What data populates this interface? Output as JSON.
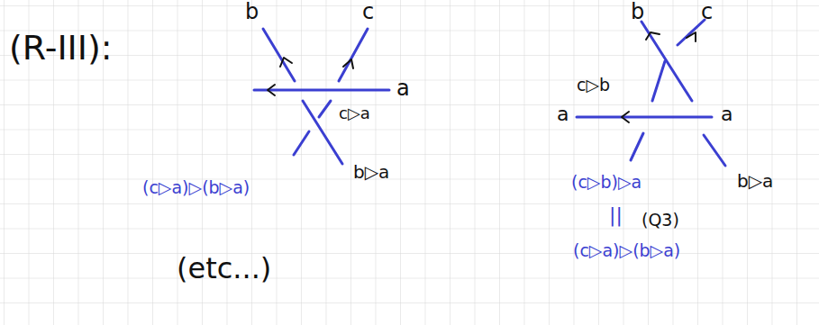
{
  "diagram": {
    "labels": [
      "(R-III):",
      "b",
      "c",
      "a",
      "c▷a",
      "b▷a",
      "(c▷a)▷(b▷a)",
      "(etc...)",
      "b",
      "c",
      "c▷b",
      "a",
      "a",
      "(c▷b)▷a",
      "b▷a",
      "||",
      "(Q3)",
      "(c▷a)▷(b▷a)"
    ]
  }
}
